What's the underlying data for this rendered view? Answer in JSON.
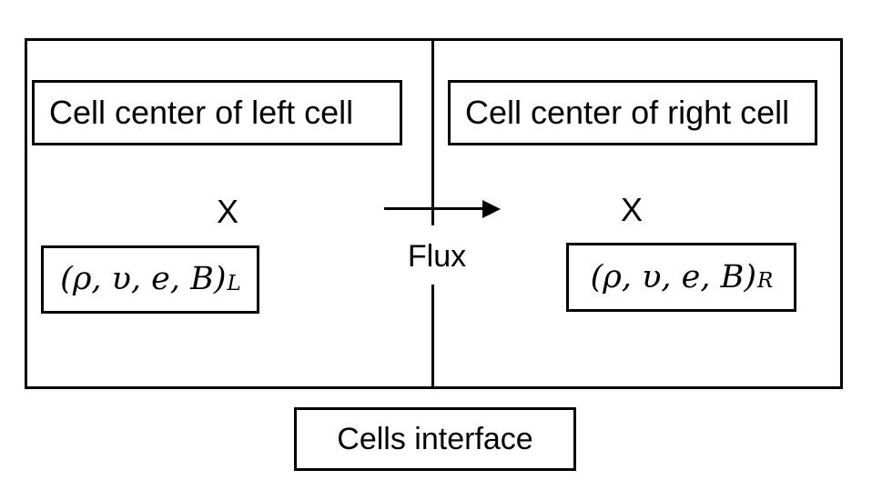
{
  "diagram": {
    "left_cell": {
      "label": "Cell center of left cell",
      "marker": "X",
      "state_prefix": "(ρ, υ, e, B)",
      "state_subscript": "L"
    },
    "right_cell": {
      "label": "Cell center of right cell",
      "marker": "X",
      "state_prefix": "(ρ, υ, e, B)",
      "state_subscript": "R"
    },
    "flux_label": "Flux",
    "interface_label": "Cells interface",
    "colors": {
      "stroke": "#000000",
      "background": "#ffffff"
    }
  }
}
